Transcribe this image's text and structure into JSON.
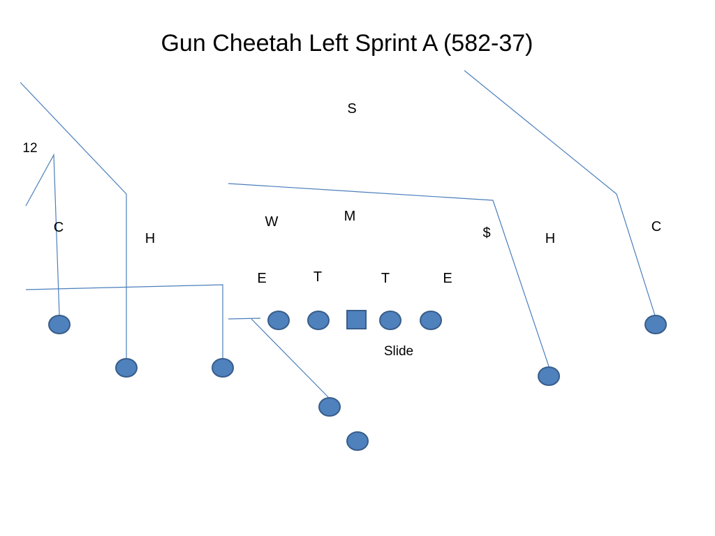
{
  "title": "Gun Cheetah Left Sprint A (582-37)",
  "colors": {
    "player_fill": "#4f81bd",
    "player_stroke": "#385d8a",
    "route": "#4a7ebb"
  },
  "defense": {
    "safety": "S",
    "mike": "M",
    "will": "W",
    "money": "$",
    "corner_left": "C",
    "corner_right": "C",
    "hook_left": "H",
    "hook_right": "H",
    "end_left": "E",
    "tackle_left": "T",
    "tackle_right": "T",
    "end_right": "E"
  },
  "annotations": {
    "route_number": "12",
    "protection": "Slide"
  }
}
